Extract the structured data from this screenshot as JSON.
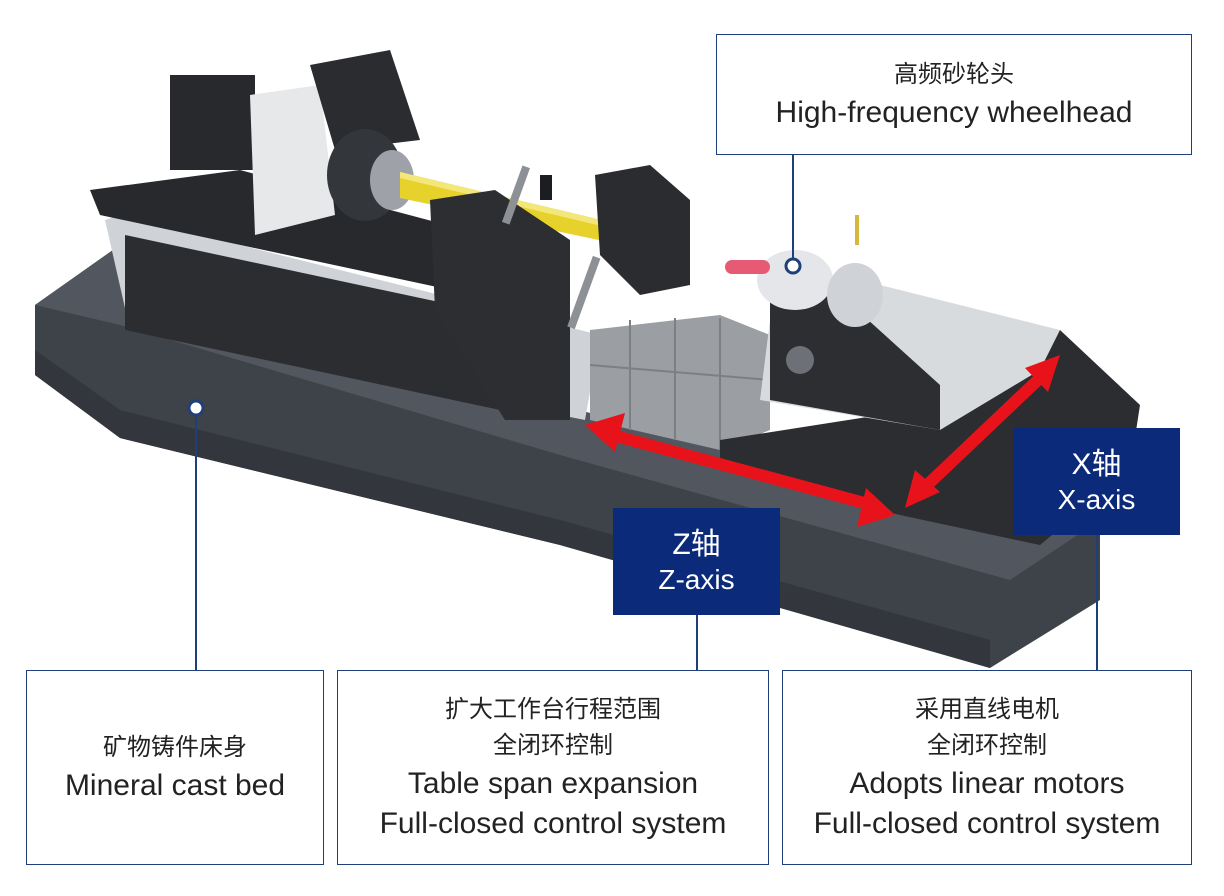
{
  "colors": {
    "navy": "#0b2a7a",
    "callout_border": "#1f3f7a",
    "leader_line": "#1f3f7a",
    "arrow_red": "#e8131a",
    "bed_gray": "#3e4249",
    "spindle_yellow": "#e7d22c"
  },
  "callouts": {
    "wheelhead": {
      "zh": "高频砂轮头",
      "en": "High-frequency wheelhead"
    },
    "bed": {
      "zh": "矿物铸件床身",
      "en": "Mineral cast bed"
    },
    "table": {
      "zh1": "扩大工作台行程范围",
      "zh2": "全闭环控制",
      "en1": "Table span expansion",
      "en2": "Full-closed control system"
    },
    "motors": {
      "zh1": "采用直线电机",
      "zh2": "全闭环控制",
      "en1": "Adopts linear motors",
      "en2": "Full-closed control system"
    }
  },
  "axes": {
    "z": {
      "zh": "Z轴",
      "en": "Z-axis"
    },
    "x": {
      "zh": "X轴",
      "en": "X-axis"
    }
  }
}
